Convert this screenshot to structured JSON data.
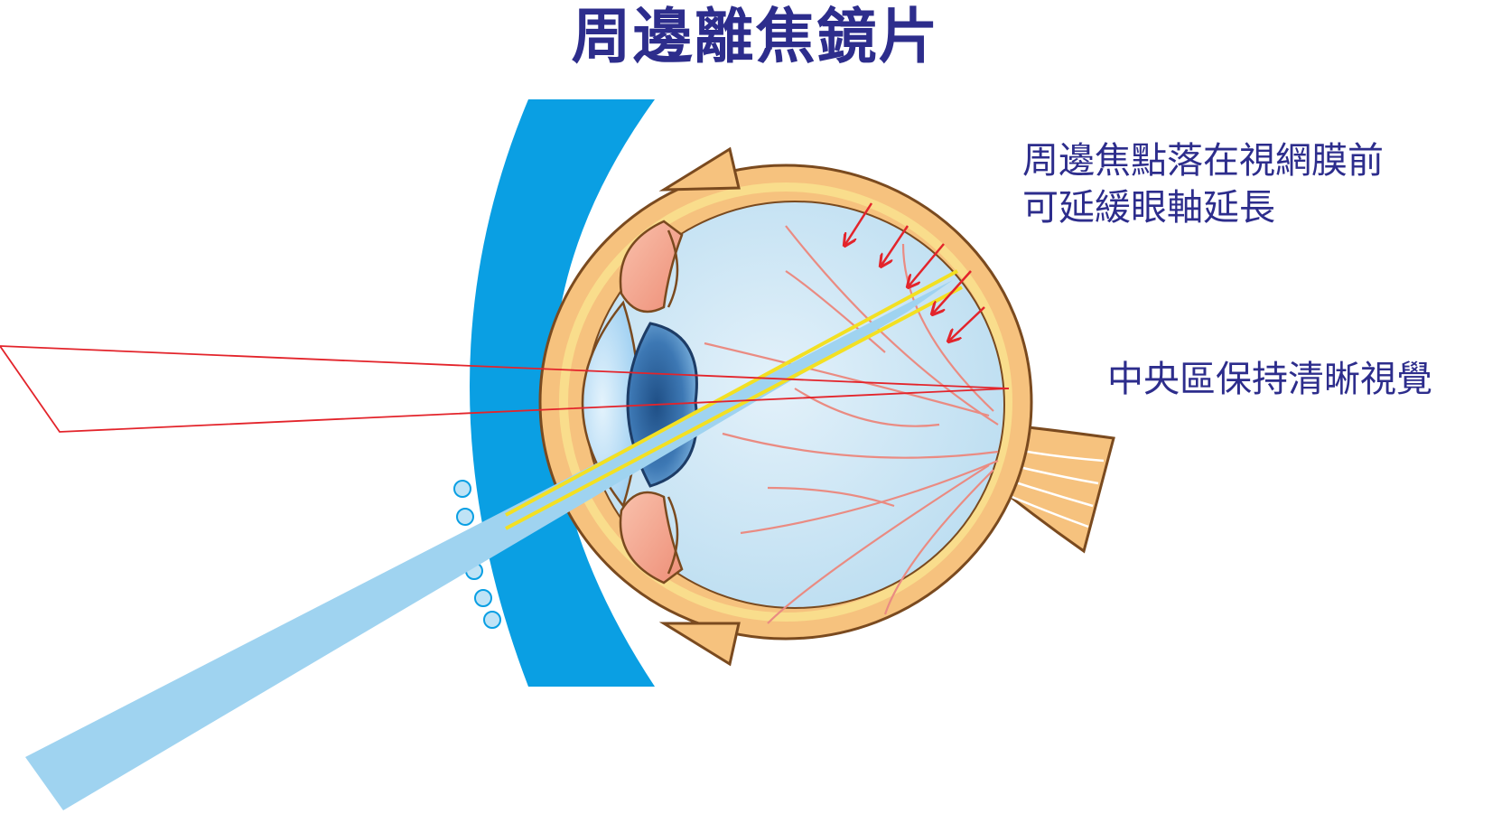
{
  "title": "周邊離焦鏡片",
  "annotations": {
    "peripheral": {
      "line1": "周邊焦點落在視網膜前",
      "line2": "可延緩眼軸延長"
    },
    "central": "中央區保持清晰視覺"
  },
  "colors": {
    "title_text": "#2d2d8c",
    "caption_text": "#2d2d8c",
    "lens_blue": "#0a9fe3",
    "eyeball_orange": "#f6c27e",
    "eyeball_outline": "#7a4a1f",
    "vitreous_blue": "#cfe6f4",
    "iris_pink": "#f3a38f",
    "crystalline_lens_dark_blue": "#2b5e96",
    "cornea_light_blue": "#a9d3f2",
    "central_ray_red": "#e3242b",
    "peripheral_beam_light_blue": "#9fd3f0",
    "focus_ray_yellow": "#f3e022",
    "focus_arrow_red": "#e3242b",
    "blood_vessel_red": "#ea8b82"
  }
}
